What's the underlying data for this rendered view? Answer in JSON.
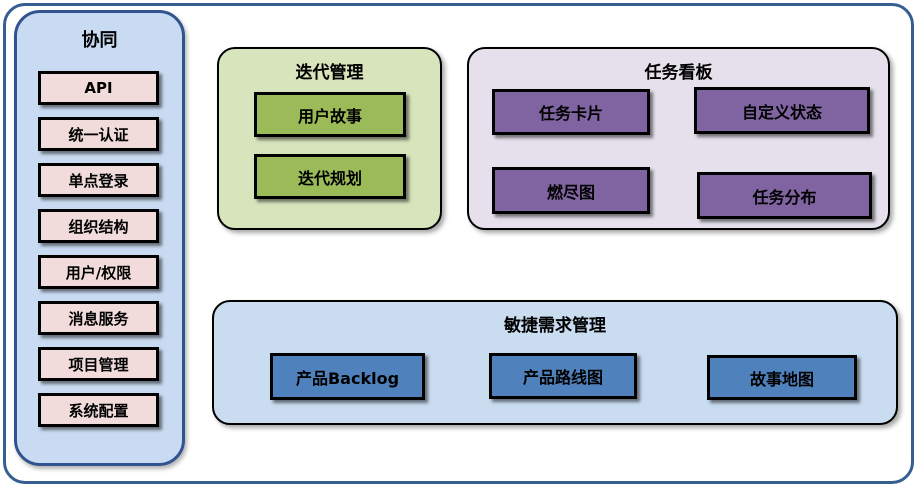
{
  "diagram": {
    "sidebar": {
      "title": "协同",
      "items": [
        "API",
        "统一认证",
        "单点登录",
        "组织结构",
        "用户/权限",
        "消息服务",
        "项目管理",
        "系统配置"
      ]
    },
    "iteration_panel": {
      "title": "迭代管理",
      "items": [
        "用户故事",
        "迭代规划"
      ]
    },
    "kanban_panel": {
      "title": "任务看板",
      "items": [
        "任务卡片",
        "自定义状态",
        "燃尽图",
        "任务分布"
      ]
    },
    "requirements_panel": {
      "title": "敏捷需求管理",
      "items": [
        "产品Backlog",
        "产品路线图",
        "故事地图"
      ]
    },
    "colors": {
      "frame_border": "#365f91",
      "sidebar_bg": "#c9dbf2",
      "sidebar_border": "#31538f",
      "sidebar_item_bg": "#f2dcdb",
      "iteration_panel_bg": "#d7e4bc",
      "iteration_item_bg": "#9bbb59",
      "kanban_panel_bg": "#e5e0ec",
      "kanban_item_bg": "#8064a2",
      "requirements_panel_bg": "#c9dcf0",
      "requirements_item_bg": "#4f81bd",
      "box_border": "#000000",
      "text": "#000000"
    }
  }
}
